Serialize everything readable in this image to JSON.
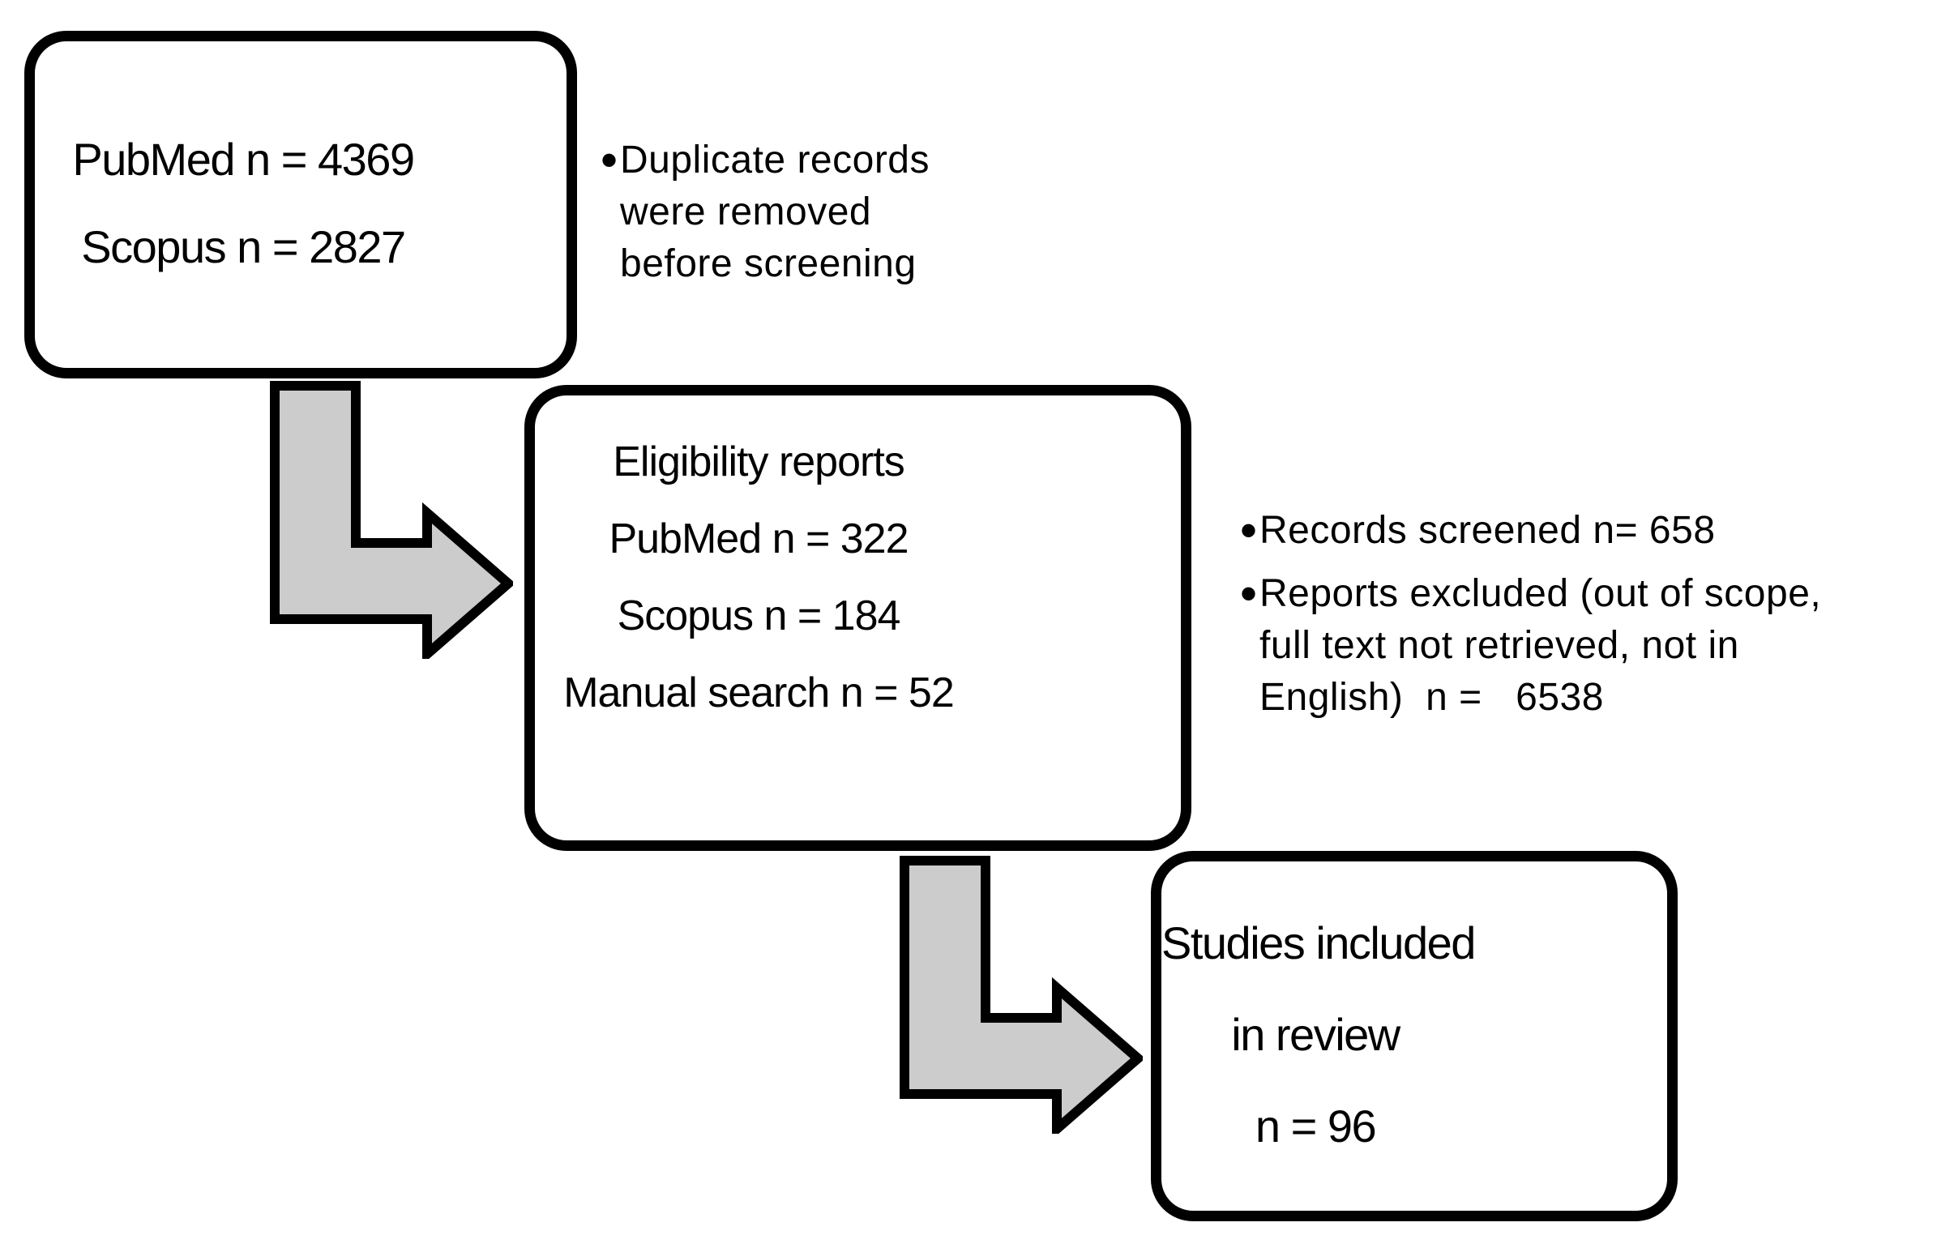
{
  "figure": {
    "type": "flow-diagram",
    "colors": {
      "background": "#ffffff",
      "box_border": "#000000",
      "text": "#000000",
      "arrow_fill": "#cccccc",
      "arrow_stroke": "#000000"
    },
    "boxes": {
      "records_identified": {
        "line1": "PubMed n = 4369",
        "line2": "Scopus n = 2827"
      },
      "eligibility": {
        "line1": "Eligibility reports",
        "line2": "PubMed n = 322",
        "line3": "Scopus n = 184",
        "line4": "Manual search n = 52"
      },
      "included": {
        "line1": "Studies included",
        "line2": "in review",
        "line3": "n = 96"
      }
    },
    "notes": {
      "duplicates": {
        "marker": "•",
        "text": "Duplicate records\nwere removed\nbefore screening"
      },
      "screening": {
        "marker1": "•",
        "item1": "Records screened n= 658",
        "marker2": "•",
        "item2": "Reports excluded (out of scope,\nfull text not retrieved, not in\nEnglish)  n =   6538"
      }
    }
  }
}
